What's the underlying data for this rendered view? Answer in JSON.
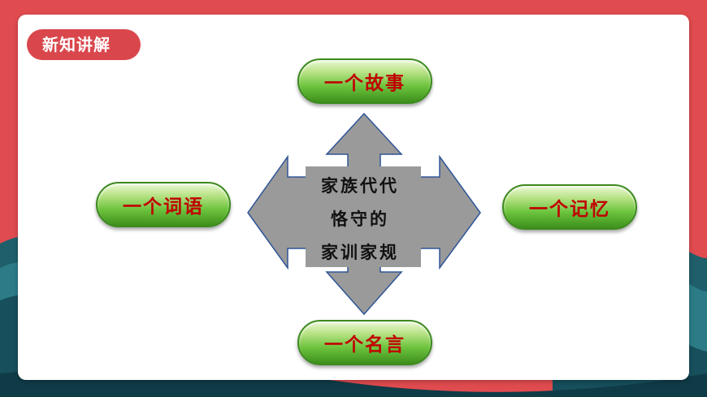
{
  "section_tag": "新知讲解",
  "center": {
    "lines": [
      "家族代代",
      "恪守的",
      "家训家规"
    ]
  },
  "branches": {
    "top": "一个故事",
    "left": "一个词语",
    "right": "一个记忆",
    "bottom": "一个名言"
  },
  "colors": {
    "background": "#e04b4f",
    "arrow_fill": "#9a9a9a",
    "arrow_stroke": "#2f5597",
    "pill_green": "#6cc33d",
    "pill_text": "#c00000",
    "tag": "#d9474c"
  }
}
